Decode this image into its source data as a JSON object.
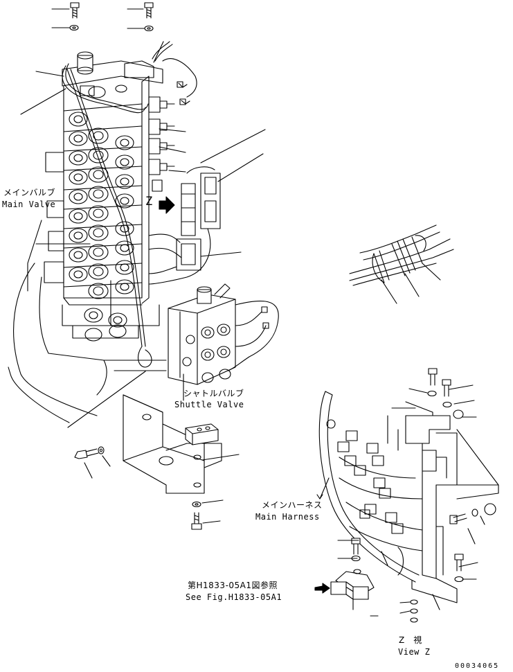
{
  "labels": {
    "main_valve_jp": "メインバルブ",
    "main_valve_en": "Main Valve",
    "shuttle_valve_jp": "シャトルバルブ",
    "shuttle_valve_en": "Shuttle Valve",
    "main_harness_jp": "メインハーネス",
    "main_harness_en": "Main Harness",
    "see_fig_jp": "第H1833-05A1図参照",
    "see_fig_en": "See Fig.H1833-05A1",
    "view_z_jp": "Z　視",
    "view_z_en": "View Z",
    "z_marker": "Z",
    "doc_number": "00034065"
  },
  "icons": {
    "view_arrow": "view-arrow-icon",
    "reference_arrow": "reference-arrow-icon"
  }
}
